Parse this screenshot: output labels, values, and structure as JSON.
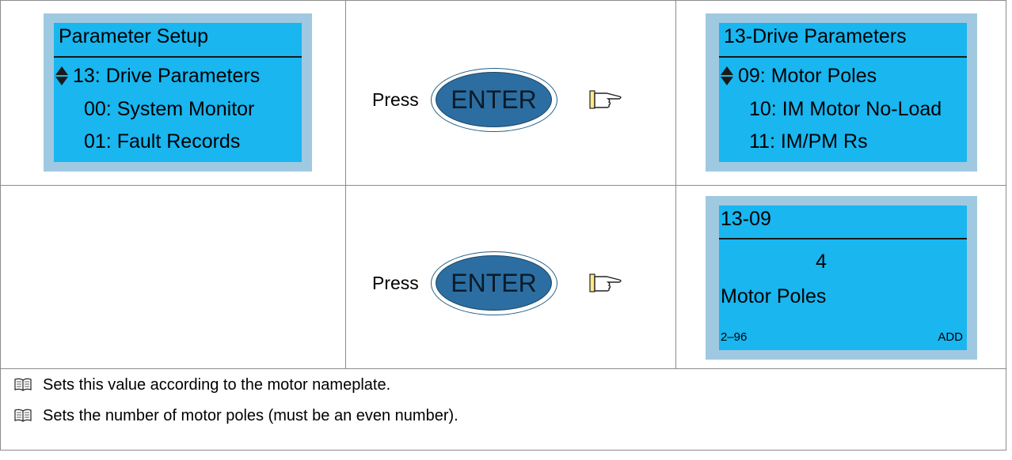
{
  "panels": {
    "p1": {
      "title": "Parameter Setup",
      "rows": [
        {
          "num": "13:",
          "label": "Drive Parameters"
        },
        {
          "num": "00:",
          "label": "System Monitor"
        },
        {
          "num": "01:",
          "label": "Fault Records"
        }
      ]
    },
    "p2": {
      "title": "13-Drive Parameters",
      "rows": [
        {
          "num": "09:",
          "label": "Motor Poles"
        },
        {
          "num": "10:",
          "label": "IM Motor No-Load"
        },
        {
          "num": "11:",
          "label": "IM/PM Rs"
        }
      ]
    },
    "p3": {
      "title": "13-09",
      "value": "4",
      "name": "Motor Poles",
      "range": "2–96",
      "action": "ADD"
    }
  },
  "press": {
    "label": "Press",
    "button": "ENTER",
    "icon": "pointing-hand-icon"
  },
  "notes": [
    "Sets this value according to the motor nameplate.",
    "Sets the number of motor poles (must be an even number)."
  ],
  "colors": {
    "lcd_screen": "#19b6f0",
    "lcd_border": "#9fc9e1",
    "enter_button": "#2c6ea1"
  }
}
